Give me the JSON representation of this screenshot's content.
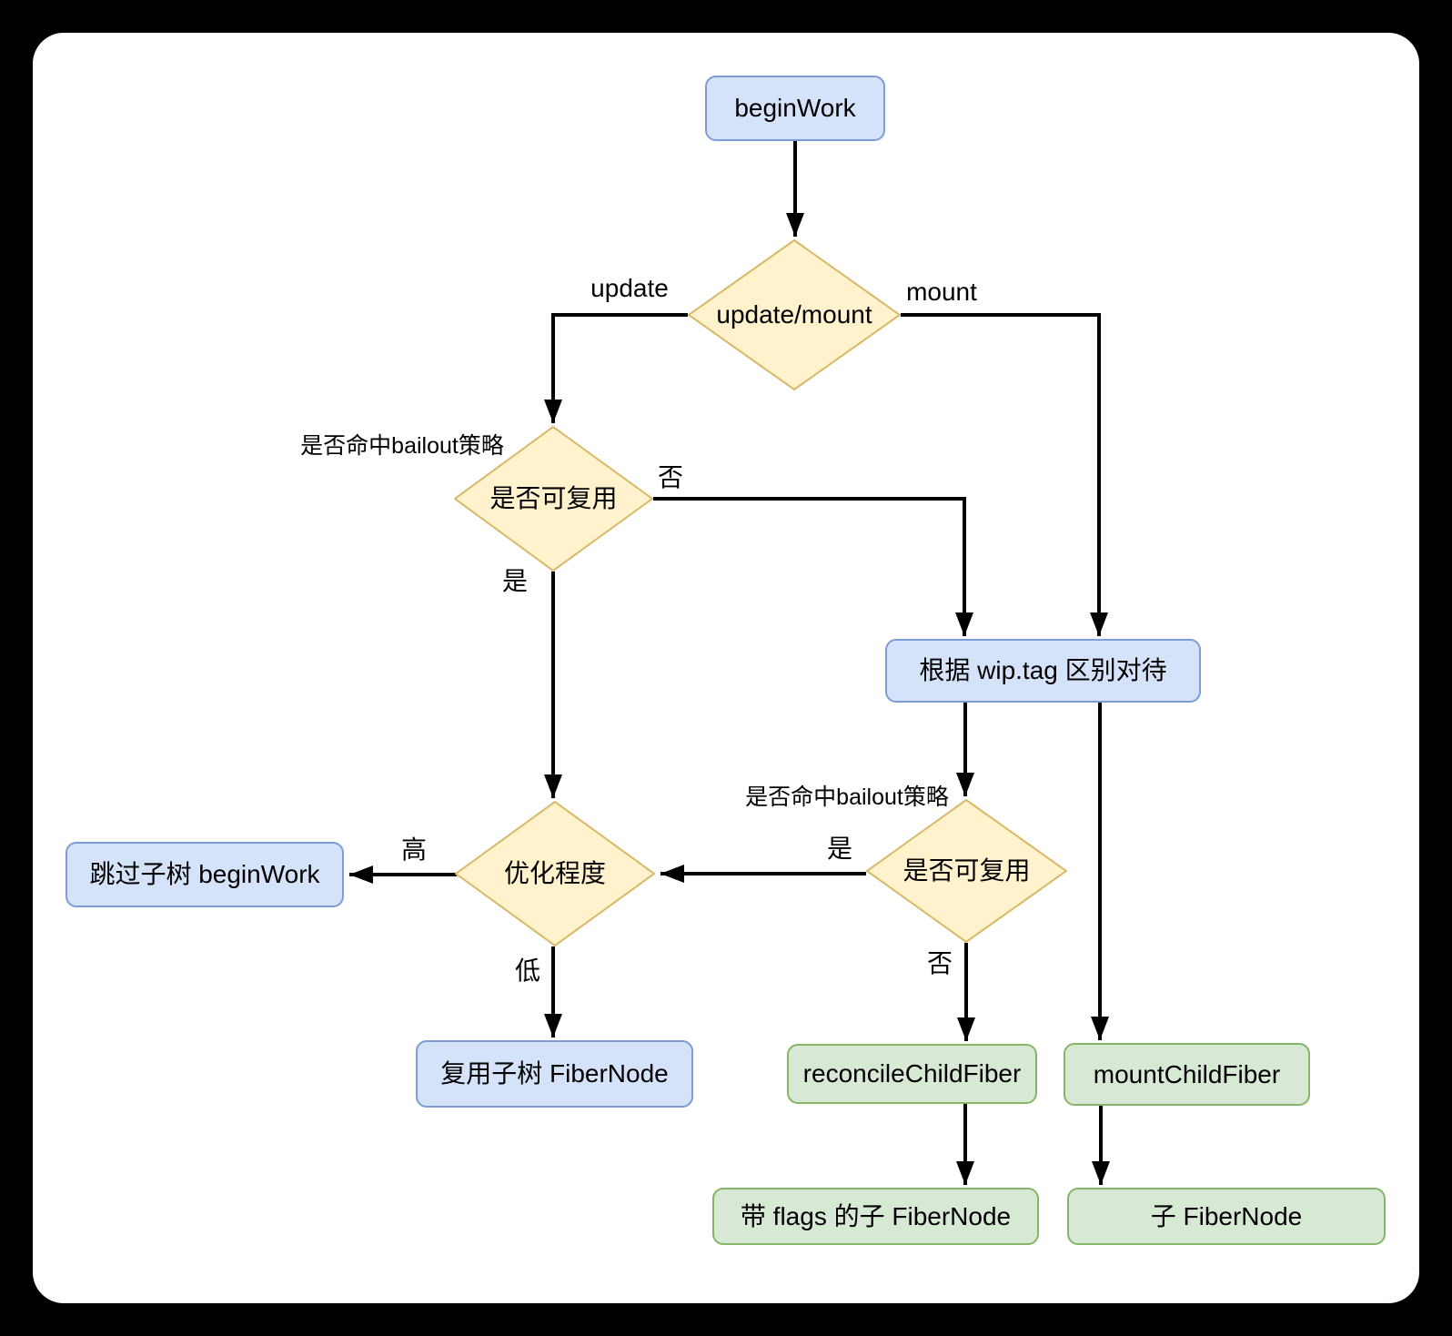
{
  "colors": {
    "background": "#000000",
    "sheet": "#ffffff",
    "line": "#000000",
    "text": "#000000",
    "process_fill": "#d5e3fa",
    "process_stroke": "#7d9bd6",
    "decision_fill": "#fff2cc",
    "decision_stroke": "#d8b865",
    "result_fill": "#d7e8d4",
    "result_stroke": "#84b569"
  },
  "nodes": {
    "begin_work": {
      "label": "beginWork",
      "type": "process"
    },
    "update_mount": {
      "label": "update/mount",
      "type": "decision"
    },
    "reuse_check_update": {
      "label": "是否可复用",
      "type": "decision"
    },
    "wip_tag": {
      "label": "根据 wip.tag 区别对待",
      "type": "process"
    },
    "reuse_check_mount": {
      "label": "是否可复用",
      "type": "decision"
    },
    "optimization_level": {
      "label": "优化程度",
      "type": "decision"
    },
    "skip_subtree": {
      "label": "跳过子树 beginWork",
      "type": "process"
    },
    "reuse_subtree": {
      "label": "复用子树 FiberNode",
      "type": "process"
    },
    "reconcile_child_fiber": {
      "label": "reconcileChildFiber",
      "type": "result"
    },
    "mount_child_fiber": {
      "label": "mountChildFiber",
      "type": "result"
    },
    "flagged_child_fiber": {
      "label": "带 flags 的子 FiberNode",
      "type": "result"
    },
    "child_fiber": {
      "label": "子 FiberNode",
      "type": "result"
    }
  },
  "edge_labels": {
    "update": "update",
    "mount": "mount",
    "bailout_note_update": "是否命中bailout策略",
    "bailout_note_mount": "是否命中bailout策略",
    "no_update": "否",
    "yes_update": "是",
    "yes_mount": "是",
    "no_mount": "否",
    "high": "高",
    "low": "低"
  }
}
